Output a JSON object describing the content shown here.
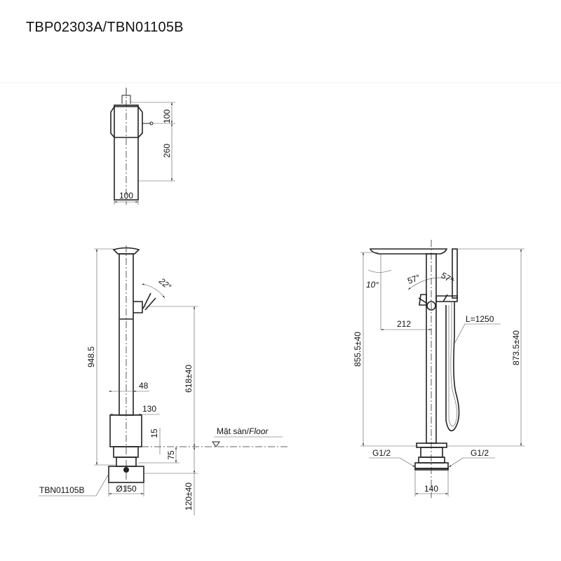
{
  "title": "TBP02303A/TBN01105B",
  "top_view": {
    "dim_depth_top": "100",
    "dim_depth_body": "260",
    "dim_width": "100"
  },
  "side_view": {
    "angle_handle": "22°",
    "dim_total_height": "948.5",
    "dim_spout_height": "618±40",
    "dim_pipe": "48",
    "dim_cover": "130",
    "dim_cover_height": "15",
    "dim_below_floor": "75",
    "dim_base_depth": "120±40",
    "dim_base_diameter": "Ø150",
    "base_part_label": "TBN01105B",
    "floor_label_vi": "Mặt sàn/",
    "floor_label_en": "Floor"
  },
  "front_view": {
    "angle_spout": "10°",
    "angle_left": "57°",
    "angle_right": "57°",
    "dim_spout_reach": "212",
    "dim_hose_length": "L=1250",
    "dim_spout_height": "855.5±40",
    "dim_total_height": "873.5±40",
    "inlet_left": "G1/2",
    "inlet_right": "G1/2",
    "dim_base_width": "140"
  }
}
